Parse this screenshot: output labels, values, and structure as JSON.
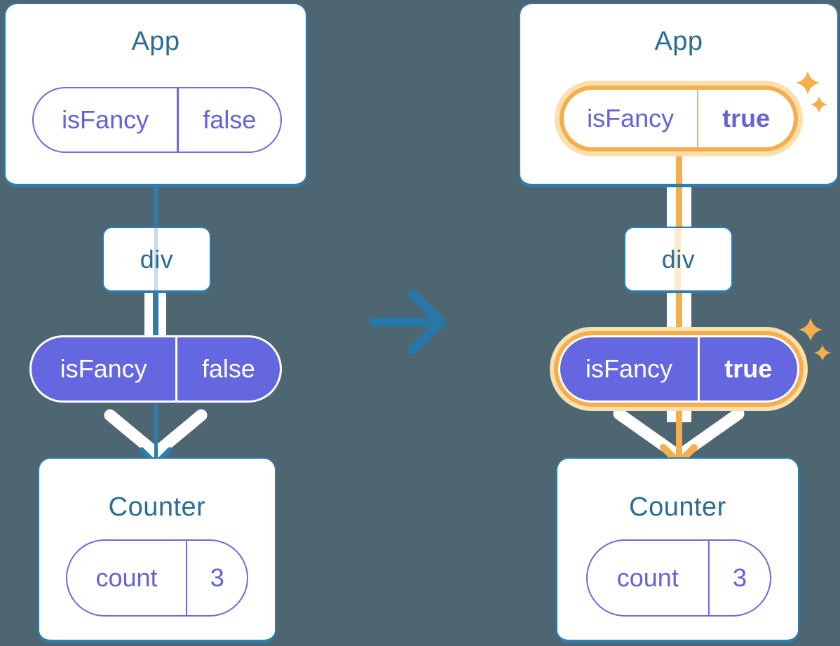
{
  "colors": {
    "background": "#4D6671",
    "box_border": "#2F7DAD",
    "title_text": "#2D6C92",
    "purple_fill": "#6567E0",
    "purple_text": "#6363DA",
    "purple_outline": "#6A6AE2",
    "orange": "#F5AE4C",
    "orange_glow": "#FBDFAF",
    "orange_faint": "#FBE9CF",
    "lavender_faint": "#CDD7EF",
    "white": "#FFFFFF"
  },
  "icons": {
    "transition": "right-arrow-icon",
    "highlight": "sparkle-icon",
    "flow": "chevron-down-arrow-icon"
  },
  "before": {
    "app": {
      "title": "App",
      "prop_name": "isFancy",
      "prop_value": "false"
    },
    "div": {
      "title": "div"
    },
    "counter": {
      "title": "Counter",
      "state_name": "count",
      "state_value": "3"
    }
  },
  "after": {
    "app": {
      "title": "App",
      "prop_name": "isFancy",
      "prop_value": "true"
    },
    "div": {
      "title": "div"
    },
    "counter": {
      "title": "Counter",
      "state_name": "count",
      "state_value": "3"
    }
  }
}
